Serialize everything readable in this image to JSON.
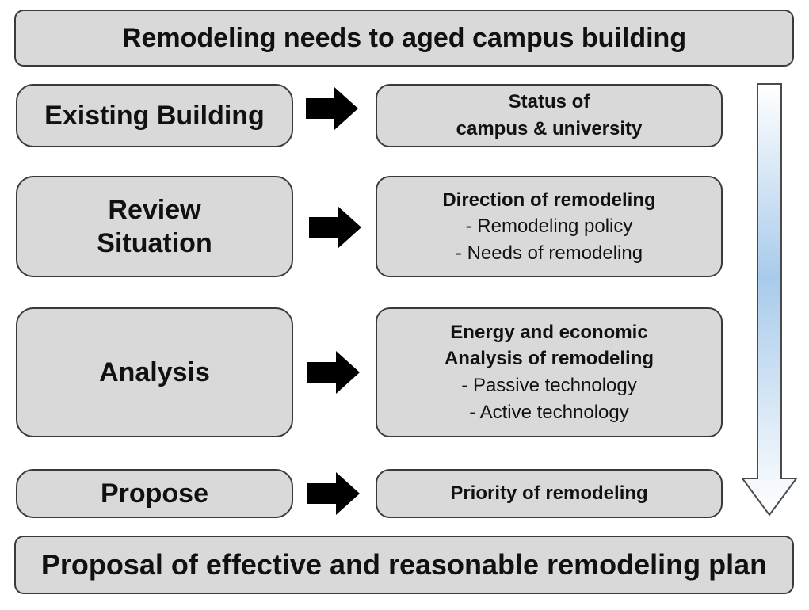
{
  "top_banner": "Remodeling needs to aged campus building",
  "bottom_banner": "Proposal of effective and reasonable remodeling plan",
  "stages": [
    {
      "label_lines": [
        "Existing Building"
      ],
      "detail_head": [
        "Status of",
        "campus & university"
      ],
      "detail_items": []
    },
    {
      "label_lines": [
        "Review",
        "Situation"
      ],
      "detail_head": [
        "Direction of remodeling"
      ],
      "detail_items": [
        "Remodeling policy",
        "Needs of remodeling"
      ]
    },
    {
      "label_lines": [
        "Analysis"
      ],
      "detail_head": [
        "Energy and economic",
        "Analysis  of remodeling"
      ],
      "detail_items": [
        "Passive technology",
        "Active technology"
      ]
    },
    {
      "label_lines": [
        "Propose"
      ],
      "detail_head": [
        "Priority of remodeling"
      ],
      "detail_items": []
    }
  ],
  "colors": {
    "box_fill": "#d9d9d9",
    "box_border": "#3a3a3a",
    "arrow": "#000000",
    "flow_arrow_top": "#ffffff",
    "flow_arrow_mid": "#a9cbeb"
  }
}
